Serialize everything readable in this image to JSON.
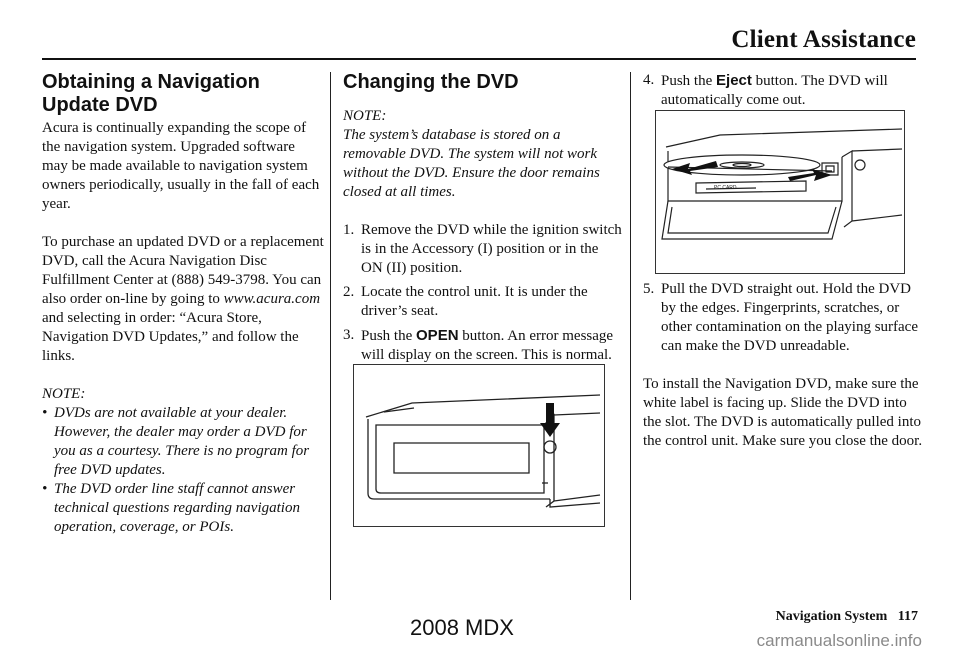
{
  "header": {
    "title": "Client Assistance"
  },
  "left": {
    "heading_line1": "Obtaining a Navigation",
    "heading_line2": "Update DVD",
    "para1": "Acura is continually expanding the scope of the navigation system. Upgraded software may be made available to navigation system owners periodically, usually in the fall of each year.",
    "para2_pre": "To purchase an updated DVD or a replacement DVD, call the Acura Navigation Disc Fulfillment Center at (888) 549-3798. You can also order on-line by going to ",
    "para2_link": "www.acura.com",
    "para2_post": " and selecting in order: “Acura Store, Navigation DVD Updates,” and follow the links.",
    "note_label": "NOTE:",
    "bullets": [
      "DVDs are not available at your dealer. However, the dealer may order a DVD for you as a courtesy. There is no program for free DVD updates.",
      "The DVD order line staff cannot answer technical questions regarding navigation operation, coverage, or POIs."
    ]
  },
  "middle": {
    "heading": "Changing the DVD",
    "note_label": "NOTE:",
    "note_text": "The system’s database is stored on a removable DVD. The system will not work without the DVD. Ensure the door remains closed at all times.",
    "step1_num": "1.",
    "step1_text": "Remove the DVD while the ignition switch is in the Accessory (I) position or in the ON (II) position.",
    "step2_num": "2.",
    "step2_text": "Locate the control unit. It is under the driver’s seat.",
    "step3_num": "3.",
    "step3_pre": "Push the ",
    "step3_button": "OPEN",
    "step3_post": " button. An error message will display on the screen. This is normal."
  },
  "right": {
    "step4_num": "4.",
    "step4_pre": "Push the ",
    "step4_button": "Eject",
    "step4_post": " button. The DVD will automatically come out.",
    "pc_card_label": "PC CARD",
    "step5_num": "5.",
    "step5_text": "Pull the DVD straight out. Hold the DVD by the edges. Fingerprints, scratches, or other contamination on the playing surface can make the DVD unreadable.",
    "install_text": "To install the Navigation DVD, make sure the white label is facing up. Slide the DVD into the slot. The DVD is automatically pulled into the control unit. Make sure you close the door."
  },
  "footer": {
    "section": "Navigation System",
    "page_number": "117",
    "model": "2008  MDX",
    "watermark": "carmanualsonline.info"
  }
}
